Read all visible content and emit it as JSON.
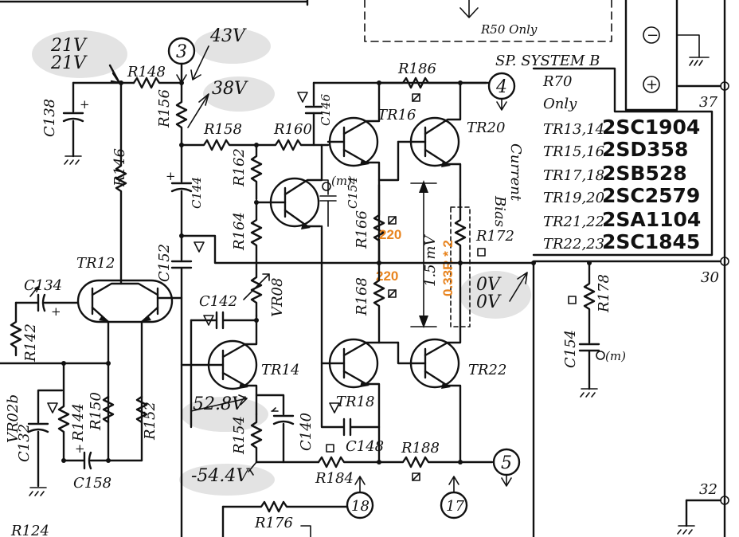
{
  "diagram": {
    "voltages": {
      "v_21a": "21V",
      "v_21b": "21V",
      "v_43": "43V",
      "v_38": "38V",
      "v_528": "52.8V",
      "v_544": "-54.4V",
      "v_0a": "0V",
      "v_0b": "0V"
    },
    "nodes": {
      "n3": "3",
      "n4": "4",
      "n5": "5",
      "n17": "17",
      "n18": "18"
    },
    "edge_numbers": {
      "e37": "37",
      "e30": "30",
      "e32": "32"
    },
    "resistors": {
      "r148": "R148",
      "r156": "R156",
      "r158": "R158",
      "r160": "R160",
      "r162": "R162",
      "r164": "R164",
      "r146": "R146",
      "r142": "R142",
      "r144": "R144",
      "r150": "R150",
      "r152": "R152",
      "r154": "R154",
      "r166": "R166",
      "r168": "R168",
      "r172": "R172",
      "r176": "R176",
      "r178": "R178",
      "r184": "R184",
      "r186": "R186",
      "r188": "R188",
      "r124": "R124",
      "r50": "R50 Only",
      "r70a": "R70",
      "r70b": "Only"
    },
    "capacitors": {
      "c138": "C138",
      "c144": "C144",
      "c146": "C146",
      "c152": "C152",
      "c134": "C134",
      "c142": "C142",
      "c132": "C132",
      "c158": "C158",
      "c154": "C154",
      "c154b": "C154",
      "c140": "C140",
      "c148": "C148",
      "c154_note": "(m)",
      "c154b_note": "(m)"
    },
    "transistors": {
      "tr12": "TR12",
      "tr14": "TR14",
      "tr16": "TR16",
      "tr18": "TR18",
      "tr20": "TR20",
      "tr22": "TR22",
      "vr08": "VR08",
      "vr02b": "VR02b"
    },
    "labels": {
      "sp_system": "SP. SYSTEM B",
      "bias1": "Bias",
      "bias2": "Current",
      "mv": "1.5 mV"
    },
    "part_table": [
      {
        "ref": "TR13,14",
        "part": "2SC1904"
      },
      {
        "ref": "TR15,16",
        "part": "2SD358"
      },
      {
        "ref": "TR17,18",
        "part": "2SB528"
      },
      {
        "ref": "TR19,20",
        "part": "2SC2579"
      },
      {
        "ref": "TR21,22",
        "part": "2SA1104"
      },
      {
        "ref": "TR22,23",
        "part": "2SC1845"
      }
    ],
    "annotations": {
      "a220_upper": "220",
      "a220_lower": "220",
      "r033": "0.33R * 2"
    },
    "speaker_terminals": {
      "minus": "−",
      "plus": "+"
    }
  }
}
